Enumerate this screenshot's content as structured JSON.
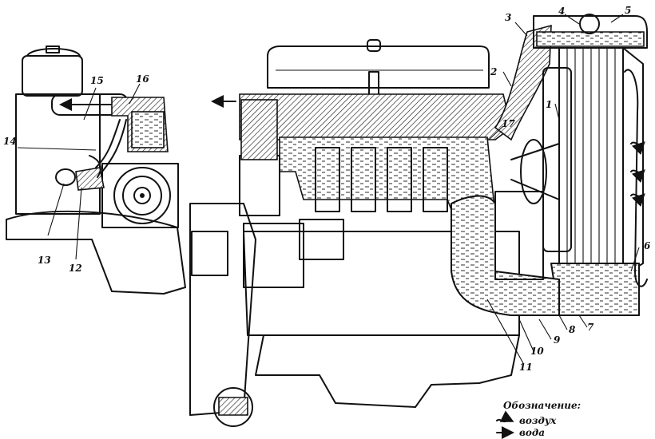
{
  "callouts": [
    {
      "id": "callout-1",
      "text": "1"
    },
    {
      "id": "callout-2",
      "text": "2"
    },
    {
      "id": "callout-3",
      "text": "3"
    },
    {
      "id": "callout-4",
      "text": "4"
    },
    {
      "id": "callout-5",
      "text": "5"
    },
    {
      "id": "callout-6",
      "text": "6"
    },
    {
      "id": "callout-7",
      "text": "7"
    },
    {
      "id": "callout-8",
      "text": "8"
    },
    {
      "id": "callout-9",
      "text": "9"
    },
    {
      "id": "callout-10",
      "text": "10"
    },
    {
      "id": "callout-11",
      "text": "11"
    },
    {
      "id": "callout-12",
      "text": "12"
    },
    {
      "id": "callout-13",
      "text": "13"
    },
    {
      "id": "callout-14",
      "text": "14"
    },
    {
      "id": "callout-15",
      "text": "15"
    },
    {
      "id": "callout-16",
      "text": "16"
    },
    {
      "id": "callout-17",
      "text": "17"
    }
  ],
  "legend": {
    "title": "Обозначение:",
    "items": [
      {
        "label": "воздух",
        "icon": "wavy-arrow-icon"
      },
      {
        "label": "вода",
        "icon": "straight-arrow-icon"
      }
    ]
  },
  "colors": {
    "ink": "#111111",
    "paper": "#ffffff"
  }
}
